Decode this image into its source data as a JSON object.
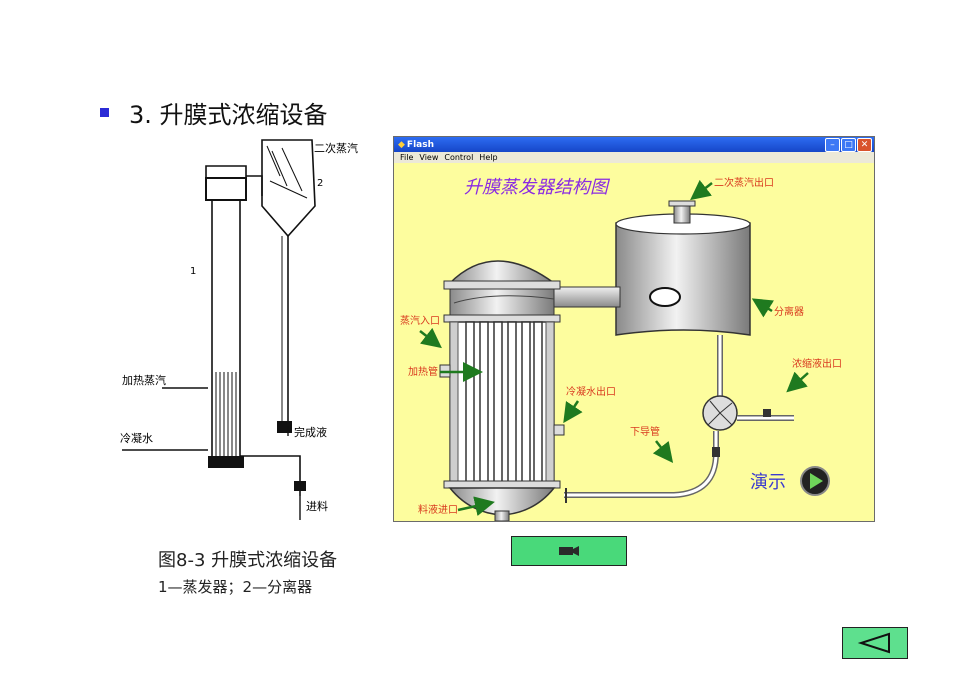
{
  "slide": {
    "number": "3.",
    "heading": "升膜式浓缩设备",
    "caption": "图8-3 升膜式浓缩设备",
    "subcaption": "1—蒸发器；2—分离器"
  },
  "sketch": {
    "labels": {
      "secondary_vapor": "二次蒸汽",
      "heating_steam": "加热蒸汽",
      "condensate": "冷凝水",
      "finished_liquid": "完成液",
      "feed": "进料",
      "num1": "1",
      "num2": "2"
    }
  },
  "flash_window": {
    "title": "Flash",
    "menu": [
      "File",
      "View",
      "Control",
      "Help"
    ],
    "diagram_title": "升膜蒸发器结构图",
    "labels": {
      "secondary_outlet": "二次蒸汽出口",
      "separator": "分离器",
      "steam_inlet": "蒸汽入口",
      "heating_tube": "加热管",
      "condensate_outlet": "冷凝水出口",
      "concentrate_outlet": "浓缩液出口",
      "downcomer": "下导管",
      "feed_inlet": "料液进口"
    },
    "demo_label": "演示",
    "colors": {
      "background": "#fdfd9e",
      "title_text": "#8a2be2",
      "label_text": "#d93a1f",
      "arrow": "#1f7a1f"
    }
  },
  "controls": {
    "video_icon": "video-camera-icon",
    "back_icon": "left-triangle-icon"
  }
}
